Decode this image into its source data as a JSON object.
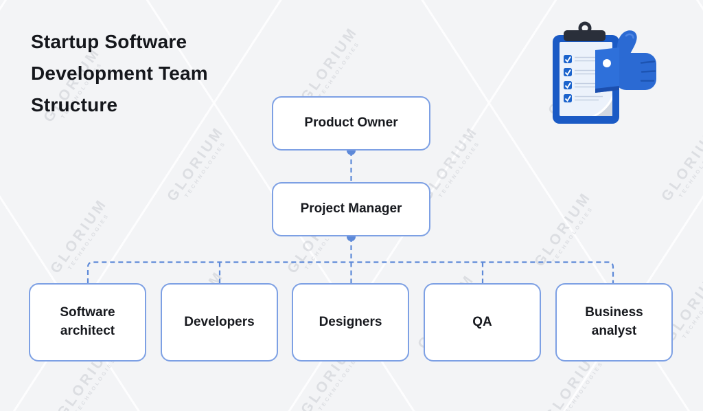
{
  "title": {
    "lines": [
      "Startup Software",
      "Development Team",
      "Structure"
    ],
    "text": "Startup Software Development Team Structure"
  },
  "watermark": {
    "brand": "GLORIUM",
    "sub": "TECHNOLOGIES"
  },
  "illustration": {
    "name": "clipboard-with-checklist-and-thumbs-up"
  },
  "diagram": {
    "type": "org-chart",
    "nodes": [
      {
        "id": "product-owner",
        "label": "Product Owner",
        "level": 1
      },
      {
        "id": "project-manager",
        "label": "Project Manager",
        "level": 2
      },
      {
        "id": "software-architect",
        "label": "Software architect",
        "level": 3
      },
      {
        "id": "developers",
        "label": "Developers",
        "level": 3
      },
      {
        "id": "designers",
        "label": "Designers",
        "level": 3
      },
      {
        "id": "qa",
        "label": "QA",
        "level": 3
      },
      {
        "id": "business-analyst",
        "label": "Business analyst",
        "level": 3
      }
    ],
    "edges": [
      {
        "from": "product-owner",
        "to": "project-manager"
      },
      {
        "from": "project-manager",
        "to": "software-architect"
      },
      {
        "from": "project-manager",
        "to": "developers"
      },
      {
        "from": "project-manager",
        "to": "designers"
      },
      {
        "from": "project-manager",
        "to": "qa"
      },
      {
        "from": "project-manager",
        "to": "business-analyst"
      }
    ]
  },
  "colors": {
    "background": "#f3f4f6",
    "node_border": "#7da0e4",
    "node_fill": "#ffffff",
    "connector": "#5d89d8",
    "title_text": "#15171c",
    "illustration_blue": "#2b6ad3",
    "illustration_frame_blue": "#1a5ac5",
    "illustration_clip_dark": "#2a2f3a"
  }
}
